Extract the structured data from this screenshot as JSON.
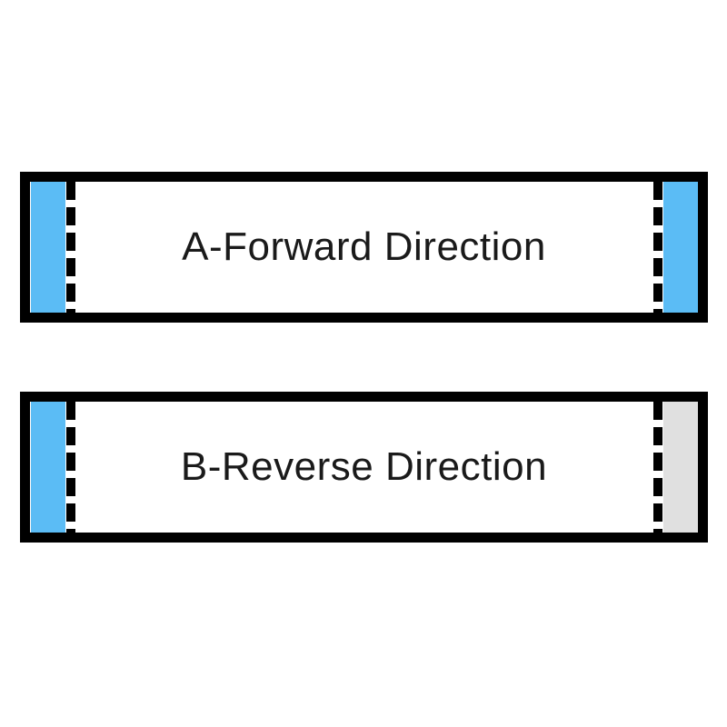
{
  "canvas": {
    "background": "#ffffff"
  },
  "colors": {
    "outline": "#000000",
    "dashed_line": "#000000",
    "blue_stiffener": "#5bbcf5",
    "gray_stiffener": "#e0e0e0",
    "label_text": "#1a1a1a"
  },
  "cables": [
    {
      "id": "A",
      "label": "A-Forward Direction",
      "left_strip": {
        "type": "blue-stiffener",
        "color": "#5bbcf5"
      },
      "right_strip": {
        "type": "blue-stiffener",
        "color": "#5bbcf5"
      }
    },
    {
      "id": "B",
      "label": "B-Reverse Direction",
      "left_strip": {
        "type": "blue-stiffener",
        "color": "#5bbcf5"
      },
      "right_strip": {
        "type": "gray-stiffener",
        "color": "#e0e0e0"
      }
    }
  ]
}
